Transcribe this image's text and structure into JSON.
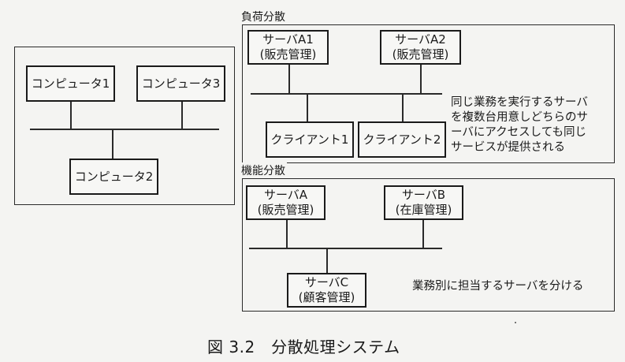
{
  "left_panel": {
    "computer1": "コンピュータ1",
    "computer3": "コンピュータ3",
    "computer2": "コンピュータ2"
  },
  "load_panel": {
    "title": "負荷分散",
    "server_a1": {
      "name": "サーバA1",
      "role": "(販売管理)"
    },
    "server_a2": {
      "name": "サーバA2",
      "role": "(販売管理)"
    },
    "client1": "クライアント1",
    "client2": "クライアント2",
    "note": [
      "同じ業務を実行するサーバ",
      "を複数台用意しどちらのサ",
      "ーバにアクセスしても同じ",
      "サービスが提供される"
    ]
  },
  "func_panel": {
    "title": "機能分散",
    "server_a": {
      "name": "サーバA",
      "role": "(販売管理)"
    },
    "server_b": {
      "name": "サーバB",
      "role": "(在庫管理)"
    },
    "server_c": {
      "name": "サーバC",
      "role": "(顧客管理)"
    },
    "note": "業務別に担当するサーバを分ける"
  },
  "caption": "図 3.2　分散処理システム"
}
